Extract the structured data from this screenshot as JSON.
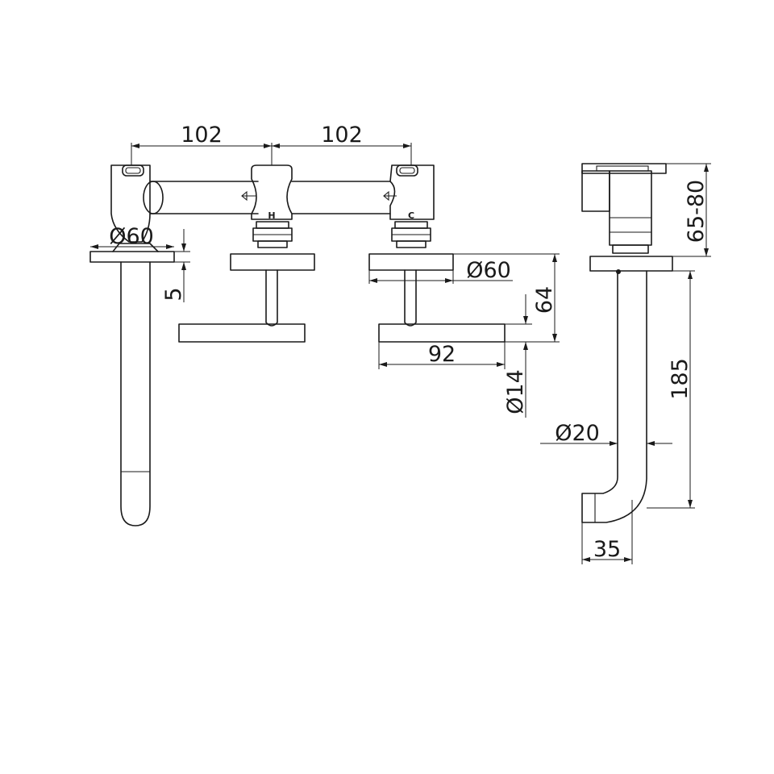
{
  "dimensions": {
    "spacing_left": "102",
    "spacing_right": "102",
    "flange_left": "Ø60",
    "flange_plate_thickness": "5",
    "flange_right": "Ø60",
    "handle_height": "64",
    "handle_length": "92",
    "handle_diameter": "Ø14",
    "body_depth": "65-80",
    "spout_length": "185",
    "spout_diameter": "Ø20",
    "spout_tip": "35"
  },
  "markings": {
    "hot": "H",
    "cold": "C"
  }
}
